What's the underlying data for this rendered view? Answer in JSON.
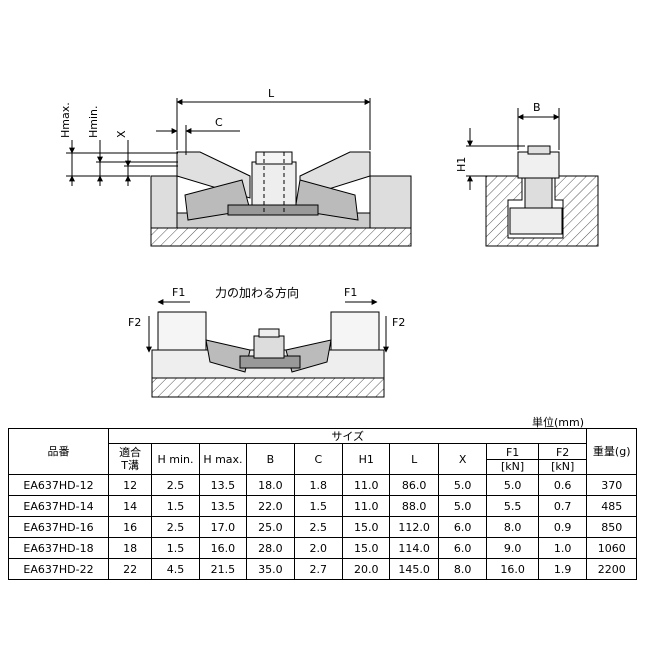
{
  "diagram": {
    "title": "力の加わる方向",
    "labels": {
      "hmax": "Hmax.",
      "hmin": "Hmin.",
      "x": "X",
      "c": "C",
      "l": "L",
      "b": "B",
      "h1": "H1",
      "f1_left": "F1",
      "f1_right": "F1",
      "f2_left": "F2",
      "f2_right": "F2"
    }
  },
  "table": {
    "unit": "単位(mm)",
    "header": {
      "part_no": "品番",
      "size": "サイズ",
      "weight": "重量(g)",
      "columns": [
        "適合\nT溝",
        "H min.",
        "H max.",
        "B",
        "C",
        "H1",
        "L",
        "X"
      ],
      "f1": "F1",
      "f1_unit": "[kN]",
      "f2": "F2",
      "f2_unit": "[kN]"
    },
    "rows": [
      [
        "EA637HD-12",
        "12",
        "2.5",
        "13.5",
        "18.0",
        "1.8",
        "11.0",
        "86.0",
        "5.0",
        "5.0",
        "0.6",
        "370"
      ],
      [
        "EA637HD-14",
        "14",
        "1.5",
        "13.5",
        "22.0",
        "1.5",
        "11.0",
        "88.0",
        "5.0",
        "5.5",
        "0.7",
        "485"
      ],
      [
        "EA637HD-16",
        "16",
        "2.5",
        "17.0",
        "25.0",
        "2.5",
        "15.0",
        "112.0",
        "6.0",
        "8.0",
        "0.9",
        "850"
      ],
      [
        "EA637HD-18",
        "18",
        "1.5",
        "16.0",
        "28.0",
        "2.0",
        "15.0",
        "114.0",
        "6.0",
        "9.0",
        "1.0",
        "1060"
      ],
      [
        "EA637HD-22",
        "22",
        "4.5",
        "21.5",
        "35.0",
        "2.7",
        "20.0",
        "145.0",
        "8.0",
        "16.0",
        "1.9",
        "2200"
      ]
    ]
  }
}
